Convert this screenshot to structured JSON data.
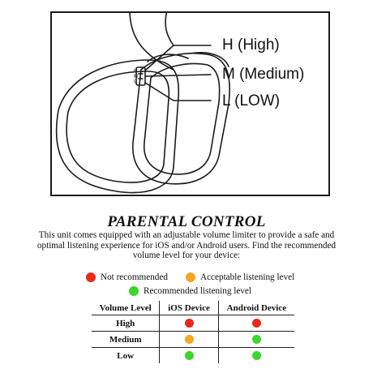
{
  "colors": {
    "not_recommended": "#e82a1c",
    "acceptable": "#f5a623",
    "recommended": "#3cd62e"
  },
  "illustration": {
    "switch_labels": [
      "L",
      "M",
      "H"
    ],
    "callouts": {
      "high": "H (High)",
      "medium": "M (Medium)",
      "low": "L (LOW)"
    }
  },
  "title": "PARENTAL CONTROL",
  "intro": "This unit comes equipped with an adjustable volume limiter to provide a safe and optimal listening experience for iOS and/or Android users. Find the recommended volume level for your device:",
  "legend": {
    "not_recommended": "Not recommended",
    "acceptable": "Acceptable listening level",
    "recommended": "Recommended listening level"
  },
  "table": {
    "headers": [
      "Volume Level",
      "iOS Device",
      "Android Device"
    ],
    "rows": [
      {
        "level": "High",
        "ios": "not_recommended",
        "android": "not_recommended"
      },
      {
        "level": "Medium",
        "ios": "acceptable",
        "android": "recommended"
      },
      {
        "level": "Low",
        "ios": "recommended",
        "android": "recommended"
      }
    ]
  }
}
